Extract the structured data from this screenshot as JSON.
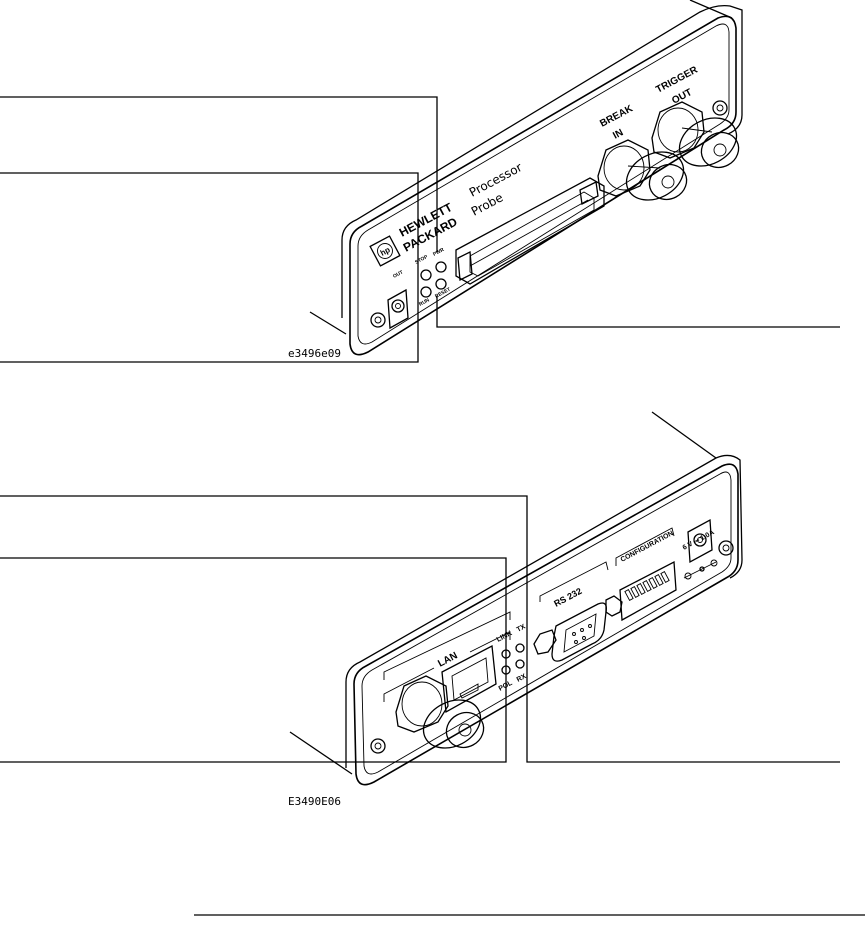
{
  "top_unit": {
    "brand_line1": "HEWLETT",
    "brand_line2": "PACKARD",
    "logo_mark": "hp",
    "product_line1": "Processor",
    "product_line2": "Probe",
    "break_in_line1": "BREAK",
    "break_in_line2": "IN",
    "trigger_out_line1": "TRIGGER",
    "trigger_out_line2": "OUT",
    "led_stop": "STOP",
    "led_pwr": "PWR",
    "led_run": "RUN",
    "led_reset": "RESET",
    "out_label": "OUT",
    "caption": "e3496e09"
  },
  "bottom_unit": {
    "lan_label": "LAN",
    "led_link": "LINK",
    "led_tx": "TX",
    "led_pol": "POL",
    "led_rx": "RX",
    "rs232_label": "RS 232",
    "configuration_label": "CONFIGURATION",
    "power_rating": "6 V ⎓ 1.0A",
    "caption": "E3490E06"
  }
}
